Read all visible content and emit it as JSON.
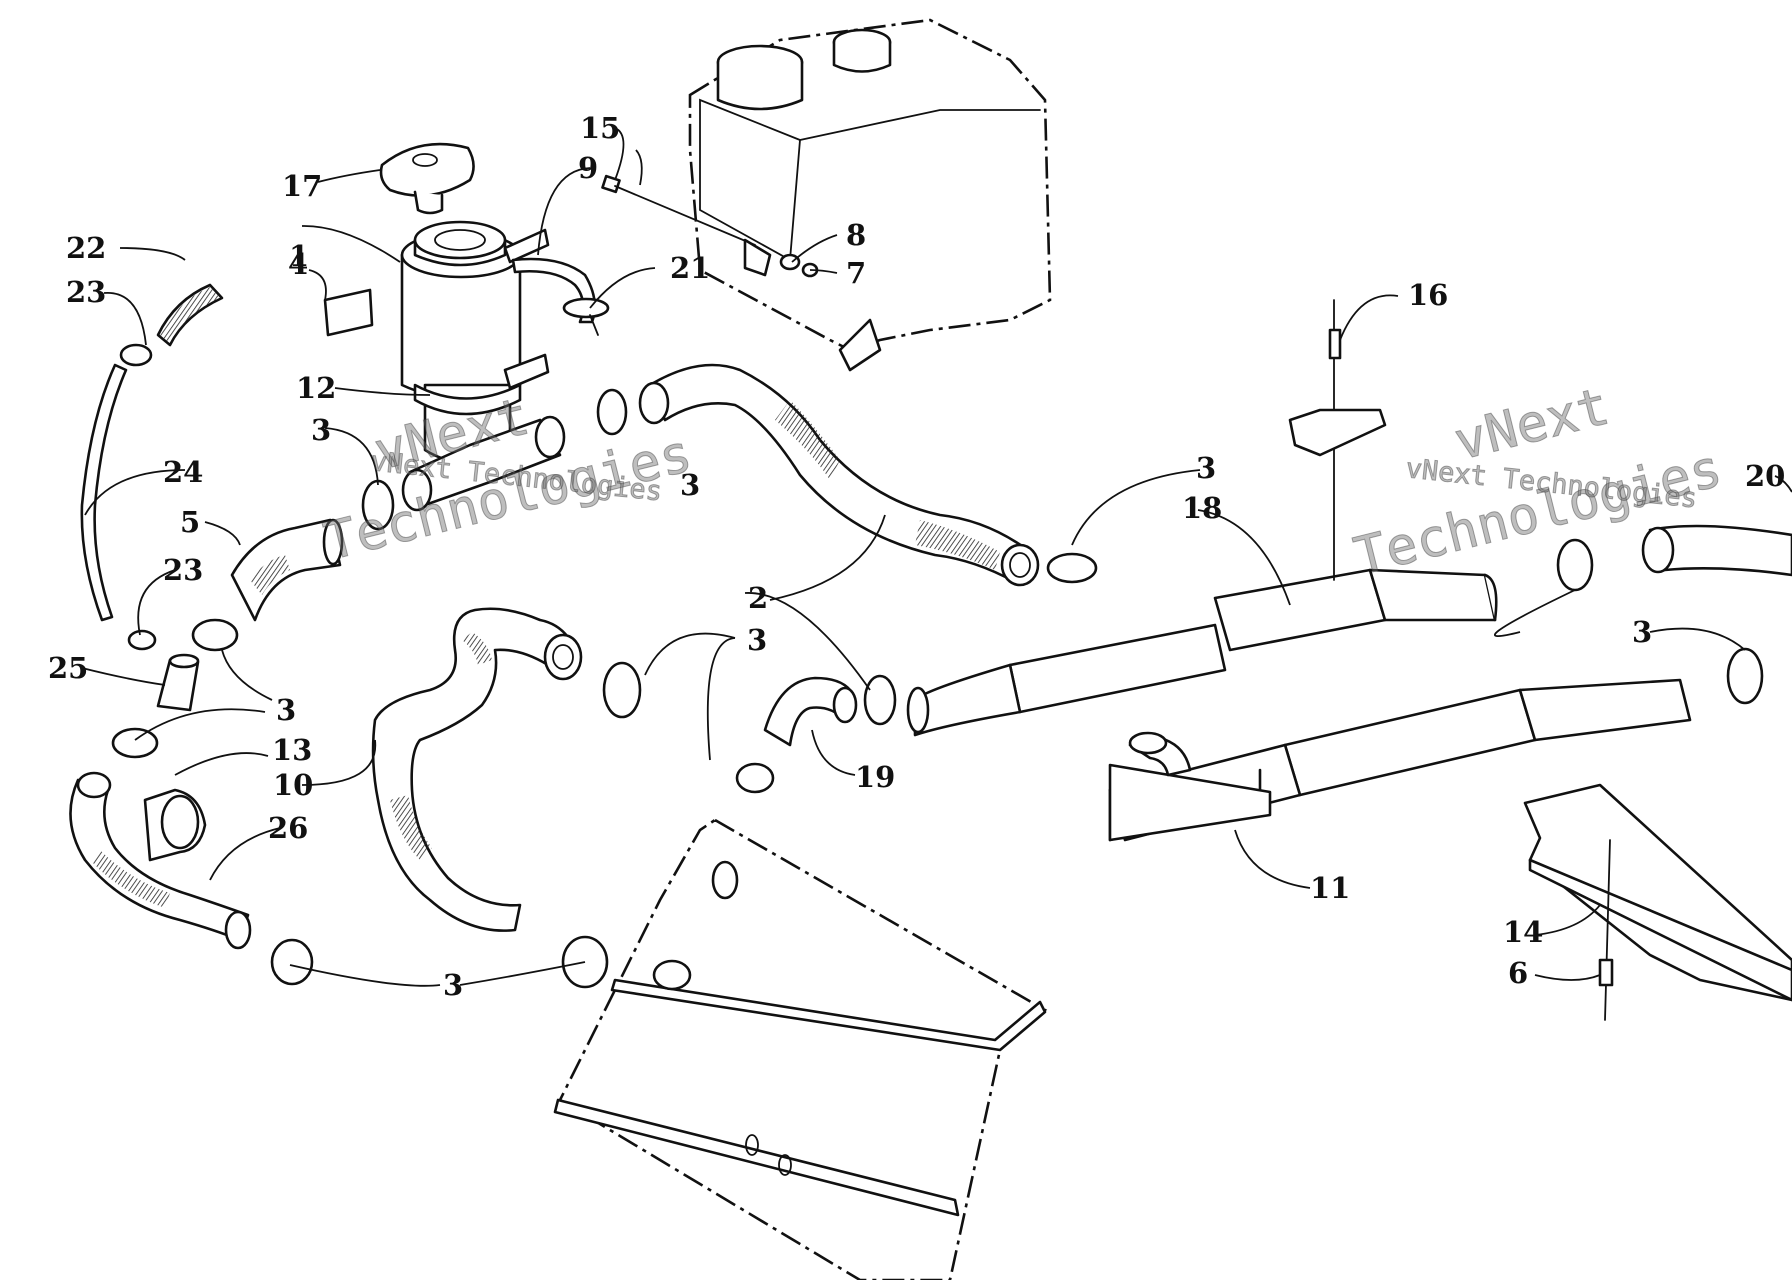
{
  "callouts": [
    {
      "id": "c1",
      "label": "1"
    },
    {
      "id": "c2",
      "label": "2"
    },
    {
      "id": "c3a",
      "label": "3"
    },
    {
      "id": "c3b",
      "label": "3"
    },
    {
      "id": "c3c",
      "label": "3"
    },
    {
      "id": "c3d",
      "label": "3"
    },
    {
      "id": "c3e",
      "label": "3"
    },
    {
      "id": "c3f",
      "label": "3"
    },
    {
      "id": "c3g",
      "label": "3"
    },
    {
      "id": "c4",
      "label": "4"
    },
    {
      "id": "c5",
      "label": "5"
    },
    {
      "id": "c6",
      "label": "6"
    },
    {
      "id": "c7",
      "label": "7"
    },
    {
      "id": "c8",
      "label": "8"
    },
    {
      "id": "c9",
      "label": "9"
    },
    {
      "id": "c10",
      "label": "10"
    },
    {
      "id": "c11",
      "label": "11"
    },
    {
      "id": "c12",
      "label": "12"
    },
    {
      "id": "c13",
      "label": "13"
    },
    {
      "id": "c14",
      "label": "14"
    },
    {
      "id": "c15",
      "label": "15"
    },
    {
      "id": "c16",
      "label": "16"
    },
    {
      "id": "c17",
      "label": "17"
    },
    {
      "id": "c18",
      "label": "18"
    },
    {
      "id": "c19",
      "label": "19"
    },
    {
      "id": "c20",
      "label": "20"
    },
    {
      "id": "c21",
      "label": "21"
    },
    {
      "id": "c22",
      "label": "22"
    },
    {
      "id": "c23a",
      "label": "23"
    },
    {
      "id": "c23b",
      "label": "23"
    },
    {
      "id": "c24",
      "label": "24"
    },
    {
      "id": "c25",
      "label": "25"
    },
    {
      "id": "c26",
      "label": "26"
    }
  ],
  "watermark": {
    "line1": "vNext",
    "line2": "Technologies",
    "inline": "vNext Technologies"
  }
}
